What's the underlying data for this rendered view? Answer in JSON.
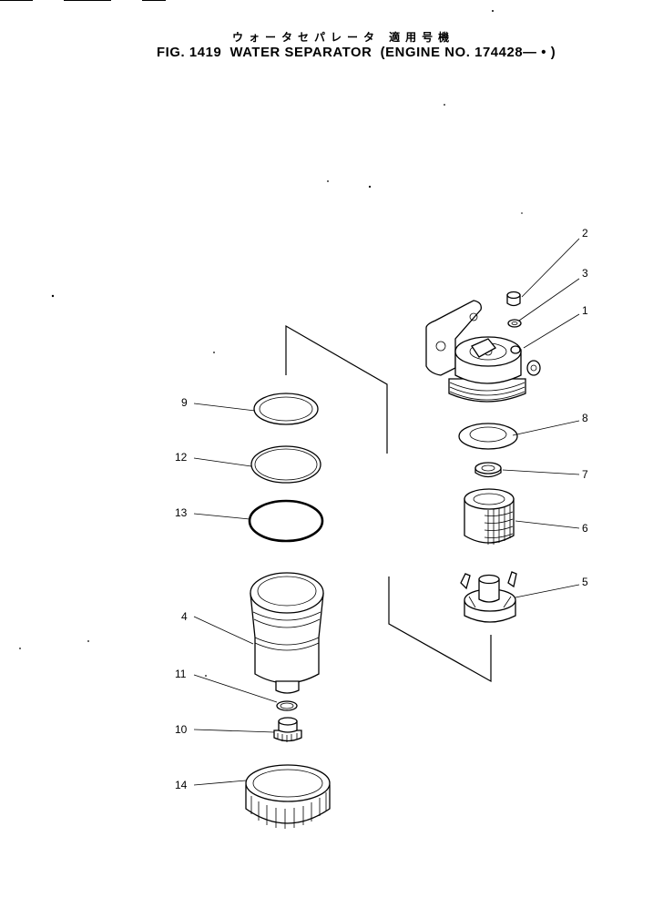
{
  "figure": {
    "title_jp": "ウォータセパレータ 適用号機",
    "fig_label": "FIG. 1419",
    "title": "WATER SEPARATOR",
    "engine_ref": "(ENGINE NO. 174428— • )"
  },
  "callouts": [
    "1",
    "2",
    "3",
    "4",
    "5",
    "6",
    "7",
    "8",
    "9",
    "10",
    "11",
    "12",
    "13",
    "14"
  ]
}
